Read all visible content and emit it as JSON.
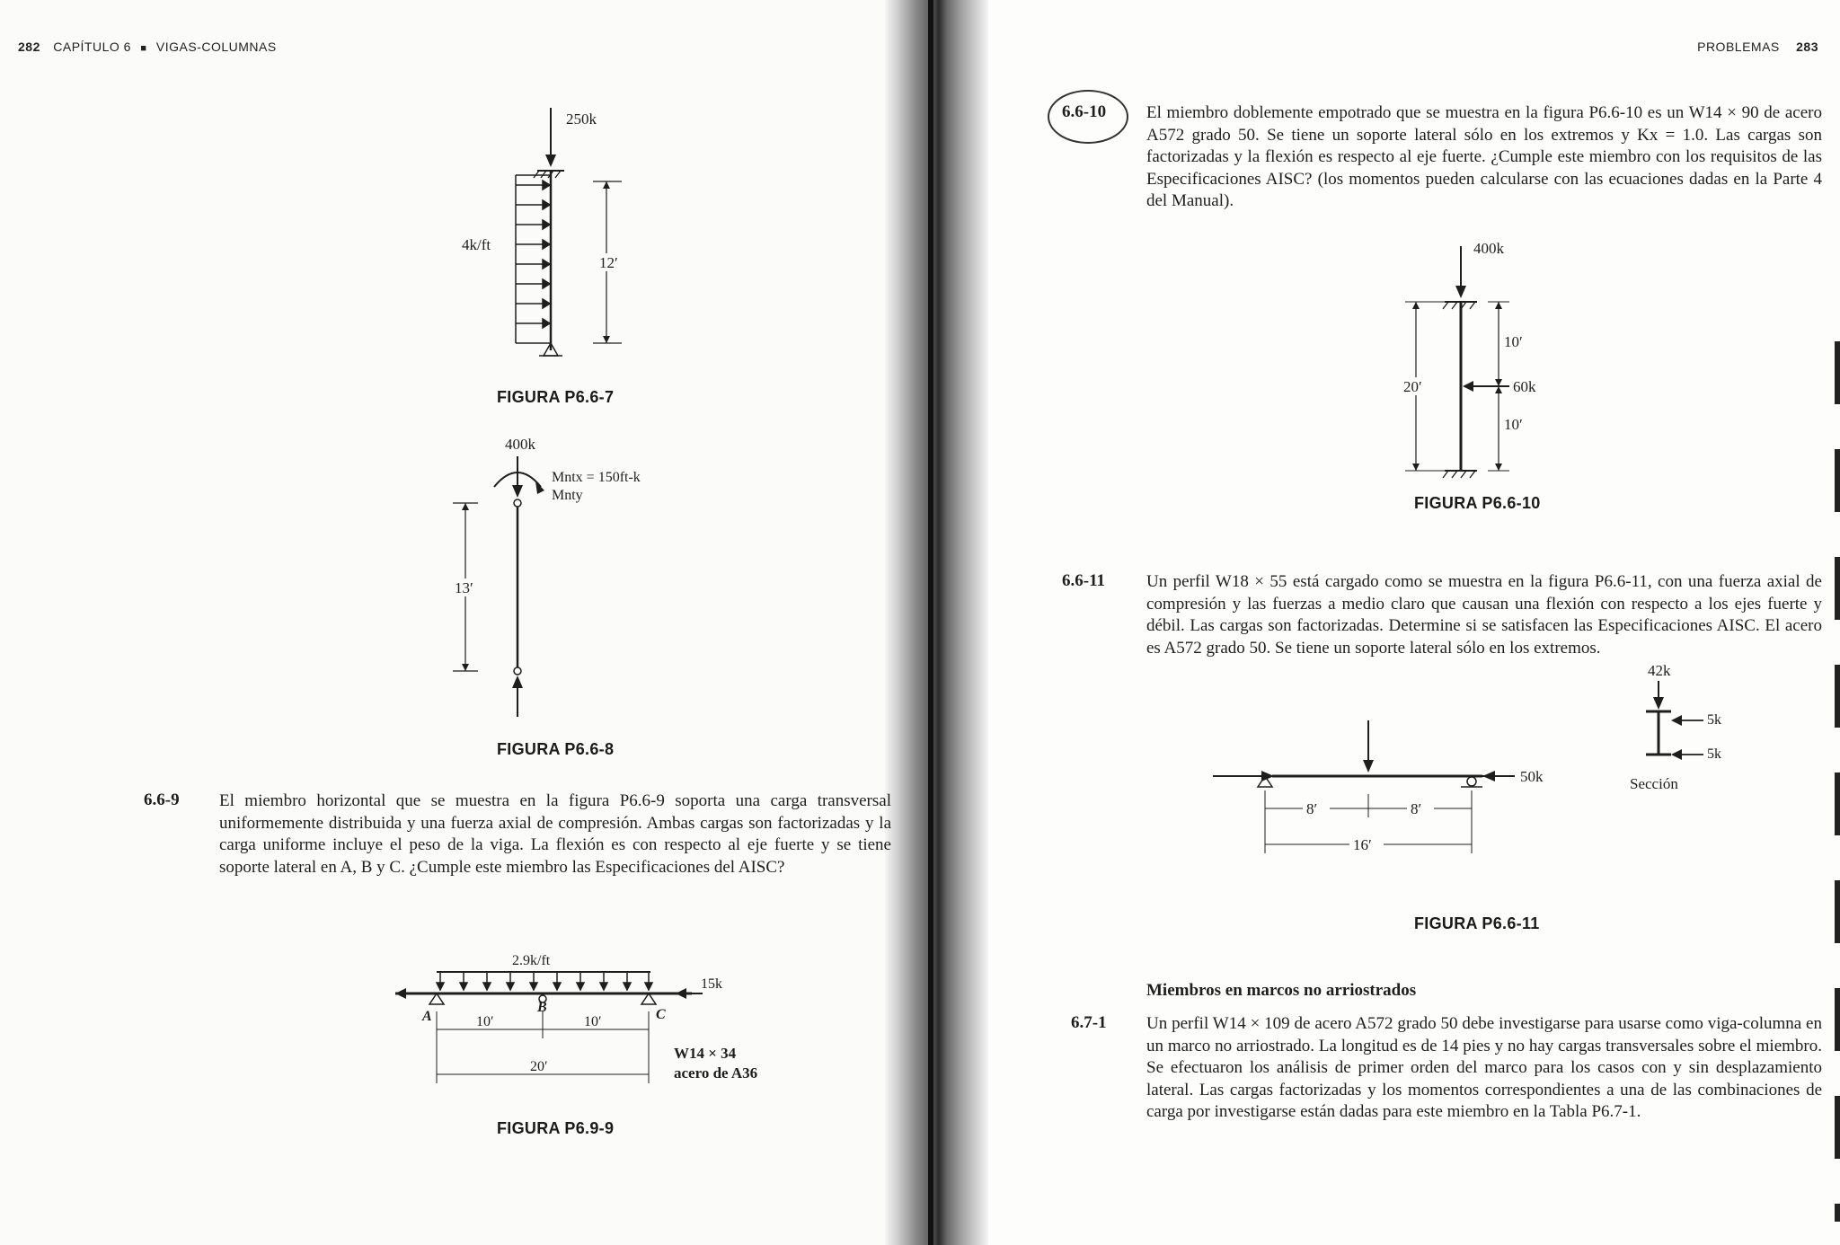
{
  "left_page": {
    "header": {
      "page_number": "282",
      "chapter": "CAPÍTULO 6",
      "separator": "■",
      "title": "VIGAS-COLUMNAS"
    },
    "fig_p667": {
      "caption": "FIGURA P6.6-7",
      "load": "250k",
      "dist_load": "4k/ft",
      "length": "12′"
    },
    "fig_p668": {
      "caption": "FIGURA P6.6-8",
      "load": "400k",
      "moment_x": "Mntx = 150ft-k",
      "moment_y": "Mnty",
      "length": "13′"
    },
    "problem_669": {
      "number": "6.6-9",
      "text": "El miembro horizontal que se muestra en la figura P6.6-9 soporta una carga transversal uniformemente distribuida y una fuerza axial de compresión. Ambas cargas son factorizadas y la carga uniforme incluye el peso de la viga. La flexión es con respecto al eje fuerte y se tiene soporte lateral en A, B y C. ¿Cumple este miembro las Especificaciones del AISC?"
    },
    "fig_p669": {
      "caption": "FIGURA P6.9-9",
      "dist_load": "2.9k/ft",
      "axial": "15k",
      "support_a": "A",
      "support_b": "B",
      "support_c": "C",
      "span1": "10′",
      "span2": "10′",
      "total": "20′",
      "section": "W14 × 34",
      "material": "acero de A36"
    }
  },
  "right_page": {
    "header": {
      "title": "PROBLEMAS",
      "page_number": "283"
    },
    "problem_6610": {
      "number": "6.6-10",
      "text": "El miembro doblemente empotrado que se muestra en la figura P6.6-10 es un W14 × 90 de acero A572 grado 50. Se tiene un soporte lateral sólo en los extremos y Kx = 1.0. Las cargas son factorizadas y la flexión es respecto al eje fuerte. ¿Cumple este miembro con los requisitos de las Especificaciones AISC? (los momentos pueden calcularse con las ecuaciones dadas en la Parte 4 del Manual)."
    },
    "fig_p6610": {
      "caption": "FIGURA P6.6-10",
      "axial": "400k",
      "lateral": "60k",
      "total": "20′",
      "seg1": "10′",
      "seg2": "10′"
    },
    "problem_6611": {
      "number": "6.6-11",
      "text": "Un perfil W18 × 55 está cargado como se muestra en la figura P6.6-11, con una fuerza axial de compresión y las fuerzas a medio claro que causan una flexión con respecto a los ejes fuerte y débil. Las cargas son factorizadas. Determine si se satisfacen las Especificaciones AISC. El acero es A572 grado 50. Se tiene un soporte lateral sólo en los extremos."
    },
    "fig_p6611": {
      "caption": "FIGURA P6.6-11",
      "axial": "50k",
      "span1": "8′",
      "span2": "8′",
      "total": "16′",
      "sec_load": "42k",
      "sec_f1": "5k",
      "sec_f2": "5k",
      "section_label": "Sección"
    },
    "section_unbraced": {
      "title": "Miembros en marcos no arriostrados"
    },
    "problem_671": {
      "number": "6.7-1",
      "text": "Un perfil W14 × 109 de acero A572 grado 50 debe investigarse para usarse como viga-columna en un marco no arriostrado. La longitud es de 14 pies y no hay cargas transversales sobre el miembro. Se efectuaron los análisis de primer orden del marco para los casos con y sin desplazamiento lateral. Las cargas factorizadas y los momentos correspondientes a una de las combinaciones de carga por investigarse están dadas para este miembro en la Tabla P6.7-1."
    }
  }
}
